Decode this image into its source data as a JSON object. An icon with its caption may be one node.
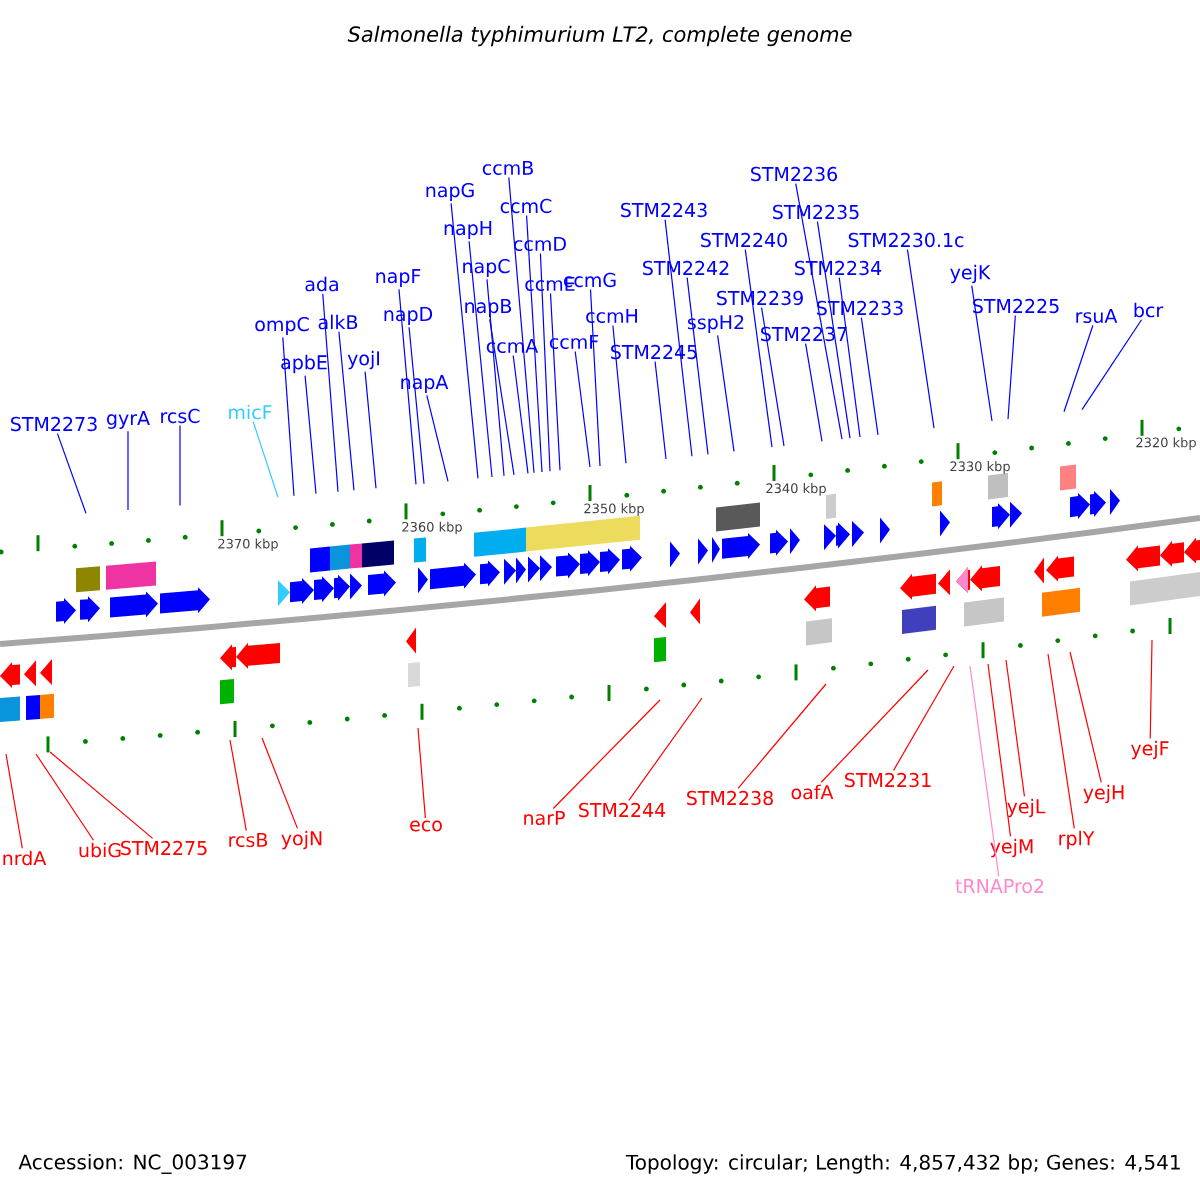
{
  "diagram": {
    "title": "Salmonella typhimurium LT2, complete genome",
    "nodes": [
      {
        "text": [
          "STM2273"
        ]
      },
      {
        "text": [
          "gyrA"
        ]
      },
      {
        "text": [
          "rcsC"
        ]
      },
      {
        "text": [
          "micF"
        ]
      },
      {
        "text": [
          "ompC"
        ]
      },
      {
        "text": [
          "apbE"
        ]
      },
      {
        "text": [
          "ada"
        ]
      },
      {
        "text": [
          "alkB"
        ]
      },
      {
        "text": [
          "yojI"
        ]
      },
      {
        "text": [
          "napF"
        ]
      },
      {
        "text": [
          "napD"
        ]
      },
      {
        "text": [
          "napA"
        ]
      },
      {
        "text": [
          "napG"
        ]
      },
      {
        "text": [
          "napH"
        ]
      },
      {
        "text": [
          "napC"
        ]
      },
      {
        "text": [
          "napB"
        ]
      },
      {
        "text": [
          "ccmA"
        ]
      },
      {
        "text": [
          "ccmB"
        ]
      },
      {
        "text": [
          "ccmC"
        ]
      },
      {
        "text": [
          "ccmD"
        ]
      },
      {
        "text": [
          "ccmE"
        ]
      },
      {
        "text": [
          "ccmF"
        ]
      },
      {
        "text": [
          "ccmG"
        ]
      },
      {
        "text": [
          "ccmH"
        ]
      },
      {
        "text": [
          "STM2245"
        ]
      },
      {
        "text": [
          "STM2243"
        ]
      },
      {
        "text": [
          "STM2242"
        ]
      },
      {
        "text": [
          "sspH2"
        ]
      },
      {
        "text": [
          "STM2240"
        ]
      },
      {
        "text": [
          "STM2239"
        ]
      },
      {
        "text": [
          "STM2237"
        ]
      },
      {
        "text": [
          "STM2236"
        ]
      },
      {
        "text": [
          "STM2235"
        ]
      },
      {
        "text": [
          "STM2234"
        ]
      },
      {
        "text": [
          "STM2233"
        ]
      },
      {
        "text": [
          "STM2230.1c"
        ]
      },
      {
        "text": [
          "yejK"
        ]
      },
      {
        "text": [
          "STM2225"
        ]
      },
      {
        "text": [
          "rsuA"
        ]
      },
      {
        "text": [
          "bcr"
        ]
      },
      {
        "text": [
          "nrdA"
        ]
      },
      {
        "text": [
          "ubiG"
        ]
      },
      {
        "text": [
          "STM2275"
        ]
      },
      {
        "text": [
          "rcsB"
        ]
      },
      {
        "text": [
          "yojN"
        ]
      },
      {
        "text": [
          "eco"
        ]
      },
      {
        "text": [
          "narP"
        ]
      },
      {
        "text": [
          "STM2244"
        ]
      },
      {
        "text": [
          "STM2238"
        ]
      },
      {
        "text": [
          "oafA"
        ]
      },
      {
        "text": [
          "STM2231"
        ]
      },
      {
        "text": [
          "tRNAPro2"
        ]
      },
      {
        "text": [
          "yejM"
        ]
      },
      {
        "text": [
          "yejL"
        ]
      },
      {
        "text": [
          "rplY"
        ]
      },
      {
        "text": [
          "yejH"
        ]
      },
      {
        "text": [
          "yejF"
        ]
      }
    ],
    "edges": [
      {
        "from": 0,
        "to": null,
        "arrow": "none"
      },
      {
        "from": 1,
        "to": null,
        "arrow": "none"
      },
      {
        "from": 2,
        "to": null,
        "arrow": "none"
      },
      {
        "from": 3,
        "to": null,
        "arrow": "none",
        "color": "#33ccff"
      },
      {
        "from": 4,
        "to": null,
        "arrow": "none"
      },
      {
        "from": 5,
        "to": null,
        "arrow": "none"
      },
      {
        "from": 6,
        "to": null,
        "arrow": "none"
      },
      {
        "from": 7,
        "to": null,
        "arrow": "none"
      },
      {
        "from": 8,
        "to": null,
        "arrow": "none"
      },
      {
        "from": 9,
        "to": null,
        "arrow": "none"
      },
      {
        "from": 10,
        "to": null,
        "arrow": "none"
      },
      {
        "from": 11,
        "to": null,
        "arrow": "none"
      },
      {
        "from": 12,
        "to": null,
        "arrow": "none"
      },
      {
        "from": 13,
        "to": null,
        "arrow": "none"
      },
      {
        "from": 14,
        "to": null,
        "arrow": "none"
      },
      {
        "from": 15,
        "to": null,
        "arrow": "none"
      },
      {
        "from": 16,
        "to": null,
        "arrow": "none"
      },
      {
        "from": 17,
        "to": null,
        "arrow": "none"
      },
      {
        "from": 18,
        "to": null,
        "arrow": "none"
      },
      {
        "from": 19,
        "to": null,
        "arrow": "none"
      },
      {
        "from": 20,
        "to": null,
        "arrow": "none"
      },
      {
        "from": 21,
        "to": null,
        "arrow": "none"
      },
      {
        "from": 22,
        "to": null,
        "arrow": "none"
      },
      {
        "from": 23,
        "to": null,
        "arrow": "none"
      },
      {
        "from": 24,
        "to": null,
        "arrow": "none"
      },
      {
        "from": 25,
        "to": null,
        "arrow": "none"
      },
      {
        "from": 26,
        "to": null,
        "arrow": "none"
      },
      {
        "from": 27,
        "to": null,
        "arrow": "none"
      },
      {
        "from": 28,
        "to": null,
        "arrow": "none"
      },
      {
        "from": 29,
        "to": null,
        "arrow": "none"
      },
      {
        "from": 30,
        "to": null,
        "arrow": "none"
      },
      {
        "from": 31,
        "to": null,
        "arrow": "none"
      },
      {
        "from": 32,
        "to": null,
        "arrow": "none"
      },
      {
        "from": 33,
        "to": null,
        "arrow": "none"
      },
      {
        "from": 34,
        "to": null,
        "arrow": "none"
      },
      {
        "from": 35,
        "to": null,
        "arrow": "none"
      },
      {
        "from": 36,
        "to": null,
        "arrow": "none"
      },
      {
        "from": 37,
        "to": null,
        "arrow": "none"
      },
      {
        "from": 38,
        "to": null,
        "arrow": "none"
      },
      {
        "from": 39,
        "to": null,
        "arrow": "none"
      },
      {
        "from": 40,
        "to": null,
        "arrow": "none",
        "color": "#ff0000"
      },
      {
        "from": 41,
        "to": null,
        "arrow": "none",
        "color": "#ff0000"
      },
      {
        "from": 42,
        "to": null,
        "arrow": "none",
        "color": "#ff0000"
      },
      {
        "from": 43,
        "to": null,
        "arrow": "none",
        "color": "#ff0000"
      },
      {
        "from": 44,
        "to": null,
        "arrow": "none",
        "color": "#ff0000"
      },
      {
        "from": 45,
        "to": null,
        "arrow": "none",
        "color": "#ff0000"
      },
      {
        "from": 46,
        "to": null,
        "arrow": "none",
        "color": "#ff0000"
      },
      {
        "from": 47,
        "to": null,
        "arrow": "none",
        "color": "#ff0000"
      },
      {
        "from": 48,
        "to": null,
        "arrow": "none",
        "color": "#ff0000"
      },
      {
        "from": 49,
        "to": null,
        "arrow": "none",
        "color": "#ff0000"
      },
      {
        "from": 50,
        "to": null,
        "arrow": "none",
        "color": "#ff0000"
      },
      {
        "from": 51,
        "to": null,
        "arrow": "none",
        "color": "#ff88cc"
      },
      {
        "from": 52,
        "to": null,
        "arrow": "none",
        "color": "#ff0000"
      },
      {
        "from": 53,
        "to": null,
        "arrow": "none",
        "color": "#ff0000"
      },
      {
        "from": 54,
        "to": null,
        "arrow": "none",
        "color": "#ff0000"
      },
      {
        "from": 55,
        "to": null,
        "arrow": "none",
        "color": "#ff0000"
      },
      {
        "from": 56,
        "to": null,
        "arrow": "none",
        "color": "#ff0000"
      }
    ],
    "labels": [
      "2370 kbp",
      "2360 kbp",
      "2350 kbp",
      "2340 kbp",
      "2330 kbp",
      "2320 kbp",
      "Accession: NC_003197",
      "Topology: circular; Length: 4,857,432 bp; Genes: 4,541"
    ]
  }
}
